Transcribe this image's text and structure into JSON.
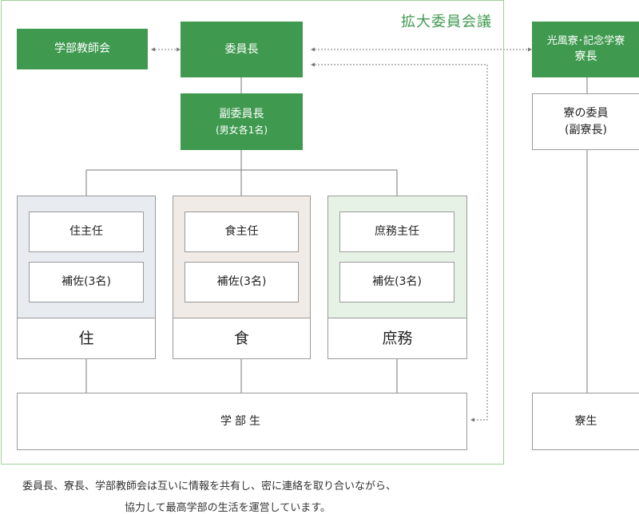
{
  "committee": {
    "title": "拡大委員会議",
    "faculty_council": "学部教師会",
    "chair": "委員長",
    "vice_chair": "副委員長",
    "vice_chair_note": "(男女各1名)"
  },
  "divisions": [
    {
      "head": "住主任",
      "assistant": "補佐(3名)",
      "name": "住",
      "tint": "#e8ecf0"
    },
    {
      "head": "食主任",
      "assistant": "補佐(3名)",
      "name": "食",
      "tint": "#f0ebe6"
    },
    {
      "head": "庶務主任",
      "assistant": "補佐(3名)",
      "name": "庶務",
      "tint": "#e6f2e6"
    }
  ],
  "students": "学部生",
  "dorm": {
    "head_line1": "光風寮･記念学寮",
    "head_line2": "寮長",
    "committee_line1": "寮の委員",
    "committee_line2": "(副寮長)",
    "students": "寮生"
  },
  "colors": {
    "accent_green": "#3f9a4f",
    "frame_green": "#9fcf9a",
    "border_gray": "#9a9a9a"
  },
  "caption": {
    "line1": "委員長、寮長、学部教師会は互いに情報を共有し、密に連絡を取り合いながら、",
    "line2": "協力して最高学部の生活を運営しています。"
  }
}
